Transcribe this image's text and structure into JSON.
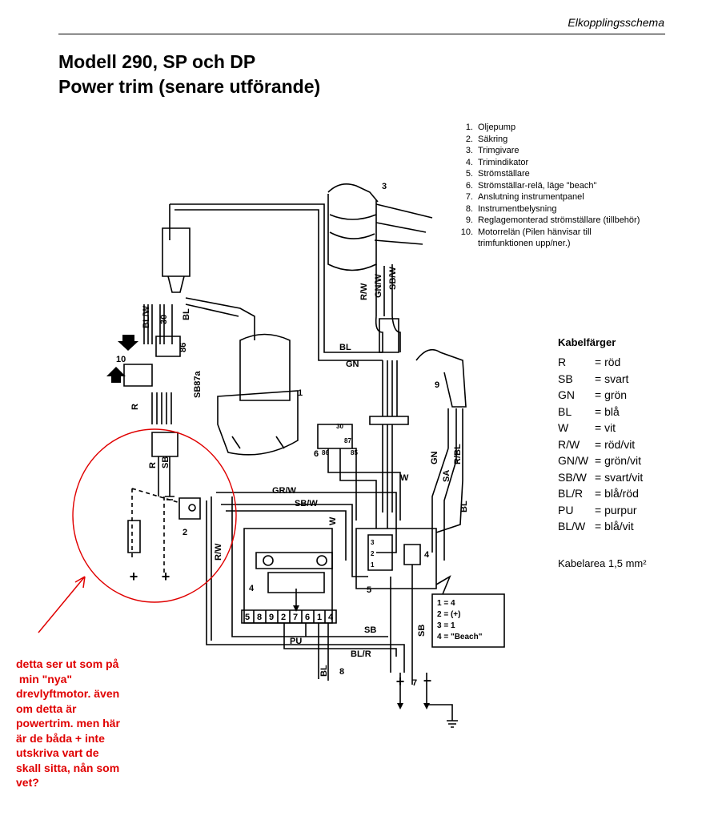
{
  "header": {
    "section": "Elkopplingsschema"
  },
  "title": {
    "line1": "Modell 290, SP och DP",
    "line2": "Power trim (senare utförande)"
  },
  "legend": [
    {
      "num": "1.",
      "text": "Oljepump"
    },
    {
      "num": "2.",
      "text": "Säkring"
    },
    {
      "num": "3.",
      "text": "Trimgivare"
    },
    {
      "num": "4.",
      "text": "Trimindikator"
    },
    {
      "num": "5.",
      "text": "Strömställare"
    },
    {
      "num": "6.",
      "text": "Strömställar-relä, läge \"beach\""
    },
    {
      "num": "7.",
      "text": "Anslutning instrumentpanel"
    },
    {
      "num": "8.",
      "text": "Instrumentbelysning"
    },
    {
      "num": "9.",
      "text": "Reglagemonterad strömställare (tillbehör)"
    },
    {
      "num": "10.",
      "text": "Motorrelän (Pilen hänvisar till"
    },
    {
      "num": "",
      "text": "trimfunktionen upp/ner.)"
    }
  ],
  "cable_colors": {
    "title": "Kabelfärger",
    "rows": [
      {
        "code": "R",
        "name": "= röd"
      },
      {
        "code": "SB",
        "name": "= svart"
      },
      {
        "code": "GN",
        "name": "= grön"
      },
      {
        "code": "BL",
        "name": "= blå"
      },
      {
        "code": "W",
        "name": "= vit"
      },
      {
        "code": "R/W",
        "name": "= röd/vit"
      },
      {
        "code": "GN/W",
        "name": "= grön/vit"
      },
      {
        "code": "SB/W",
        "name": "= svart/vit"
      },
      {
        "code": "BL/R",
        "name": "= blå/röd"
      },
      {
        "code": "PU",
        "name": "= purpur"
      },
      {
        "code": "BL/W",
        "name": "= blå/vit"
      }
    ],
    "area": "Kabelarea 1,5 mm²"
  },
  "annotation": {
    "color": "#e00000",
    "lines": [
      "detta ser ut som på",
      " min \"nya\"",
      "drevlyftmotor. även",
      "om detta är",
      "powertrim. men här",
      "är de båda + inte",
      "utskriva vart de",
      "skall sitta, nån som",
      "vet?"
    ]
  },
  "diagram": {
    "wire_labels": {
      "bl_top": "BL",
      "gn_top": "GN",
      "rw_mid": "R/W",
      "gnw_mid": "GN/W",
      "sbw_mid": "SB/W",
      "blw": "BL/W",
      "grw": "GR/W",
      "sbw": "SB/W",
      "rw_side": "R/W",
      "w_mid": "W",
      "w_right": "W",
      "gn_right": "GN",
      "sa": "SA",
      "r_bl": "R/BL",
      "bl_right": "BL",
      "sb_bot": "SB",
      "sb_right": "SB",
      "pu": "PU",
      "blr": "BL/R",
      "bl_bot": "BL",
      "r_left": "R",
      "r_low": "R",
      "sb_low": "SB",
      "sb_bot2": "SB87a",
      "n86": "86",
      "n30": "30"
    },
    "component_numbers": {
      "c1": "1",
      "c2": "2",
      "c3": "3",
      "c4a": "4",
      "c4b": "4",
      "c5": "5",
      "c6": "6",
      "c7": "7",
      "c8": "8",
      "c9": "9",
      "c10": "10"
    },
    "terminal_row": [
      "5",
      "8",
      "9",
      "2",
      "7",
      "6",
      "1",
      "4"
    ],
    "switch_box": {
      "l1": "1 = 4",
      "l2": "2 = (+)",
      "l3": "3 = 1",
      "l4": "4 = \"Beach\""
    },
    "switch_pins": {
      "p3": "3",
      "p2": "2",
      "p1": "1"
    },
    "relay_pins": {
      "p86": "86",
      "p30": "30",
      "p87": "87",
      "p85": "85"
    },
    "signs": {
      "plus_left": "+",
      "plus_mid": "+",
      "plus_7": "+",
      "minus_7": "–"
    }
  }
}
